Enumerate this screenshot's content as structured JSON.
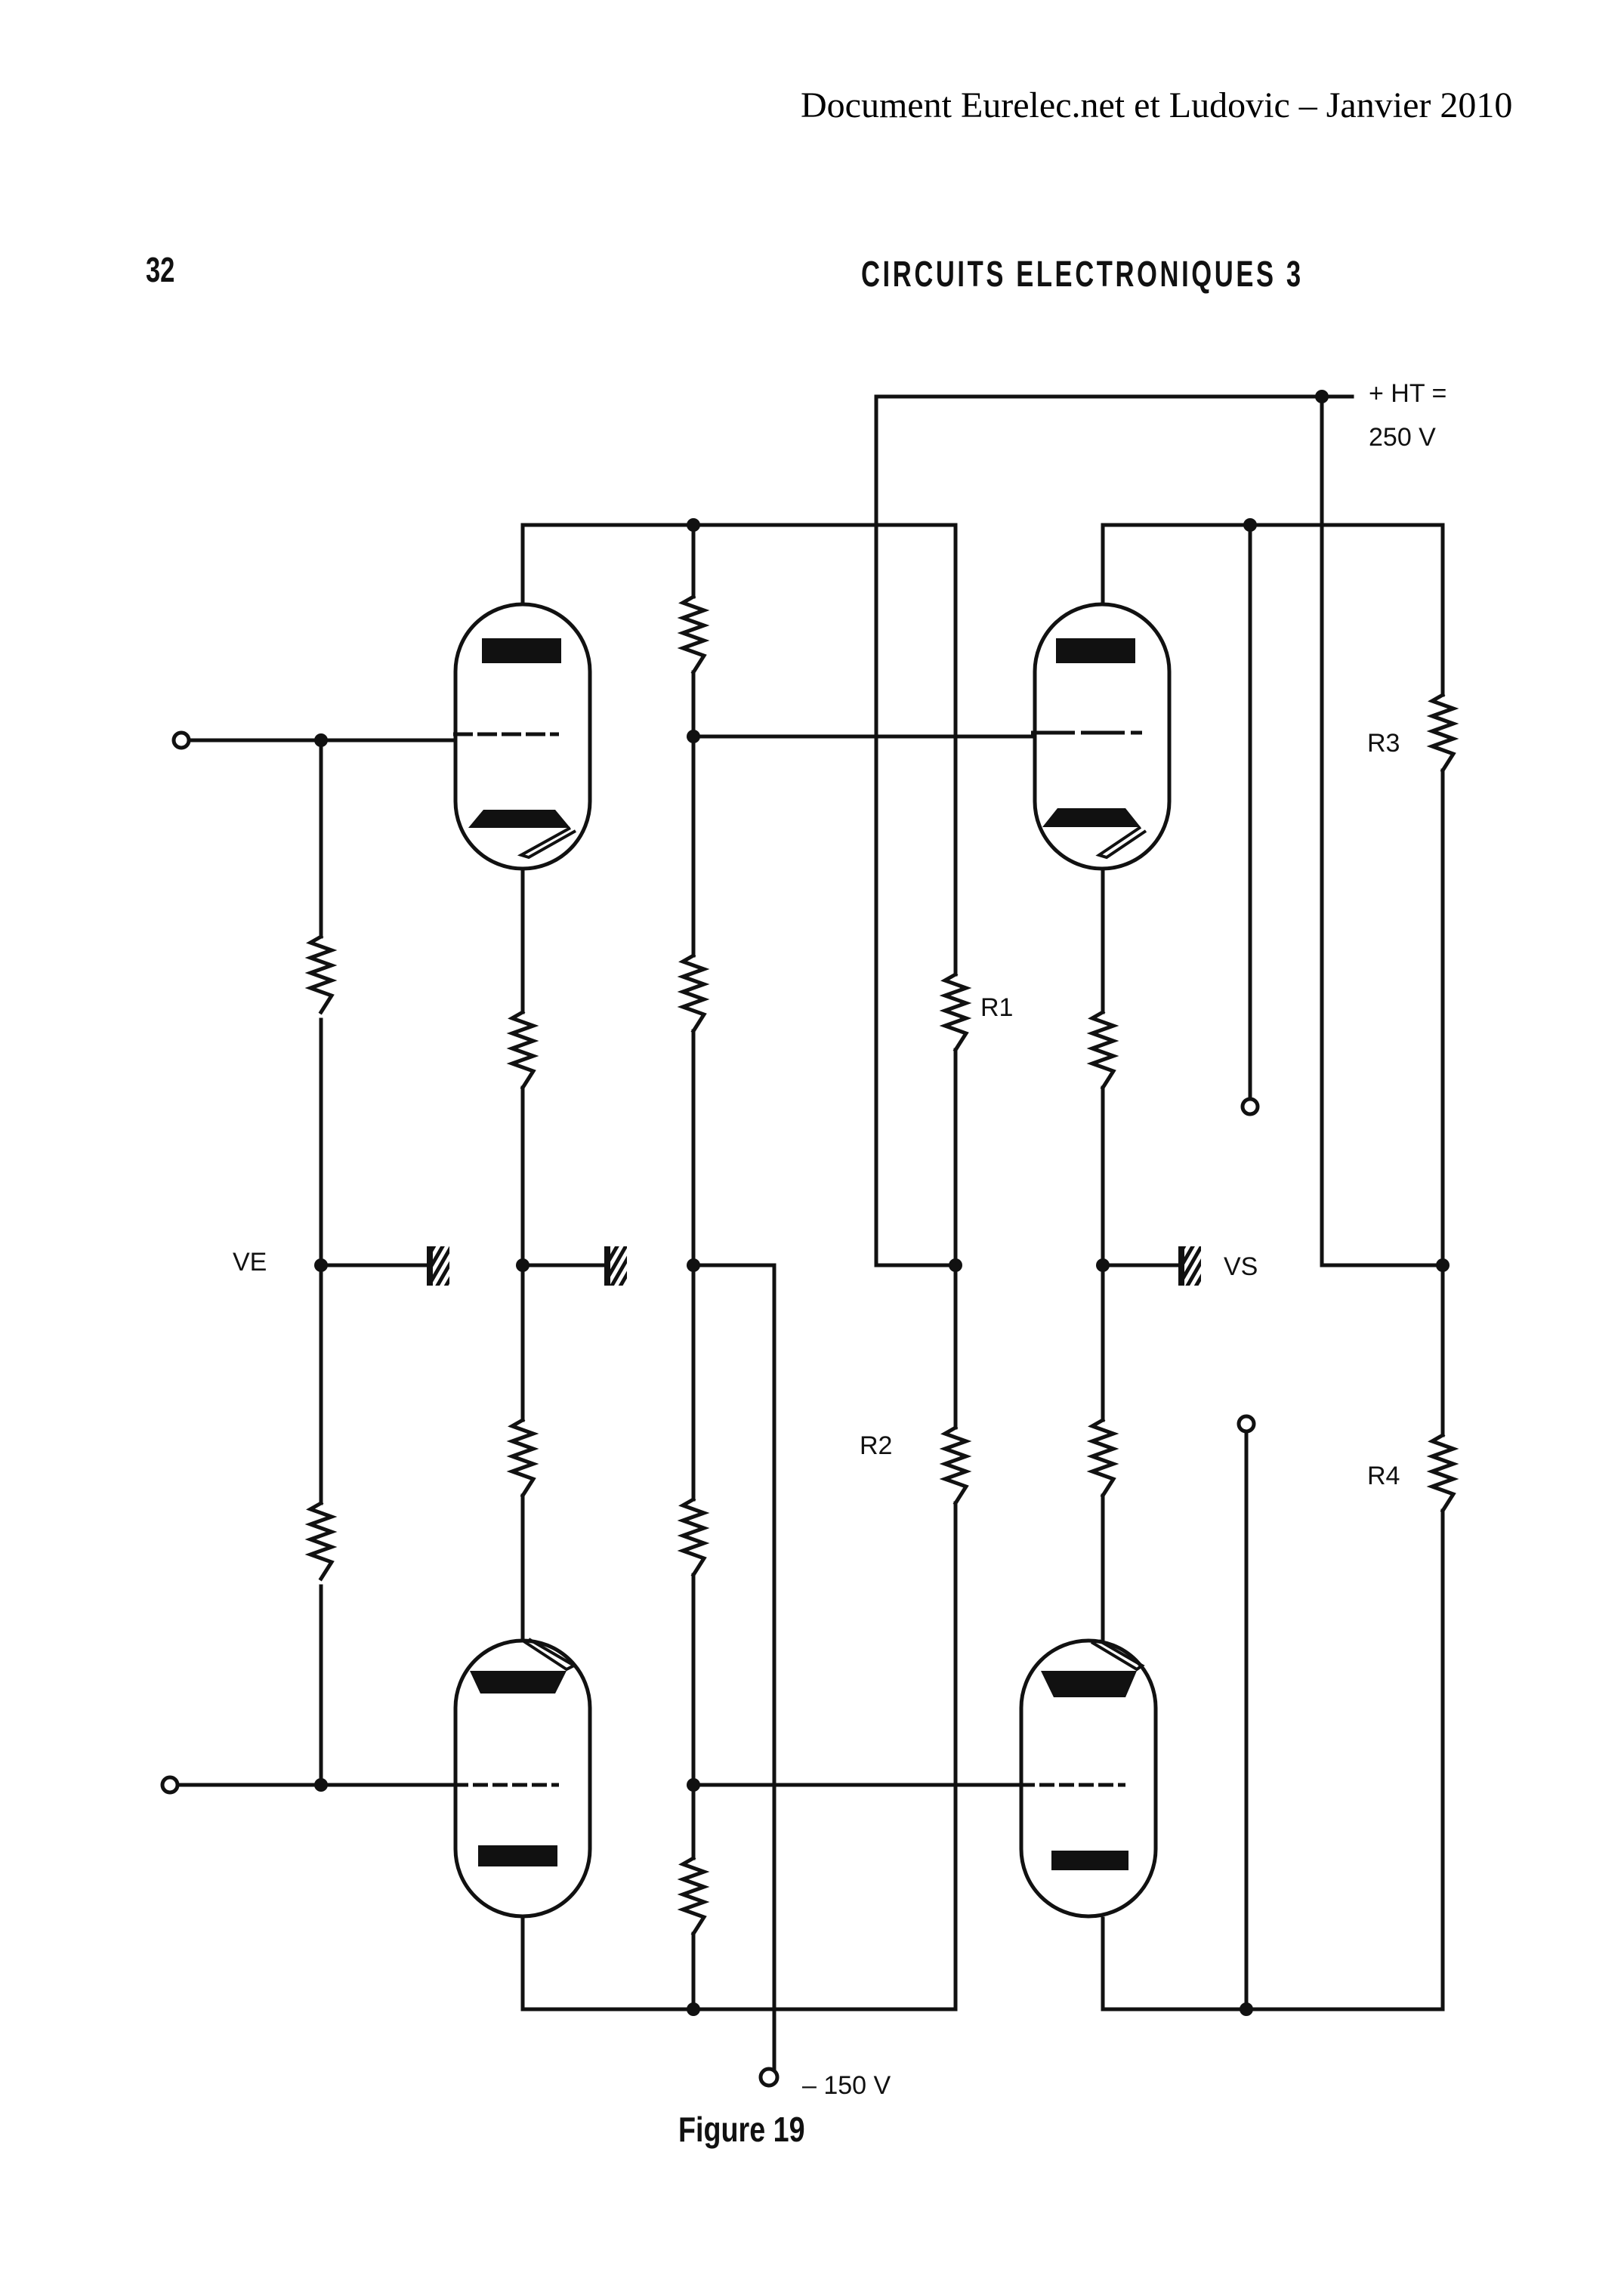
{
  "header": {
    "document_credit": "Document Eurelec.net et Ludovic – Janvier 2010",
    "page_number": "32",
    "book_title": "CIRCUITS ELECTRONIQUES 3"
  },
  "schematic": {
    "supply_positive_line1": "+ HT =",
    "supply_positive_line2": "250 V",
    "supply_negative": "– 150 V",
    "input_label": "VE",
    "output_label": "VS",
    "resistors": {
      "r1": "R1",
      "r2": "R2",
      "r3": "R3",
      "r4": "R4"
    },
    "components": {
      "tubes": 4,
      "ground_symbols": 3,
      "input_terminals": 2,
      "output_terminals": 2
    }
  },
  "caption": "Figure 19"
}
